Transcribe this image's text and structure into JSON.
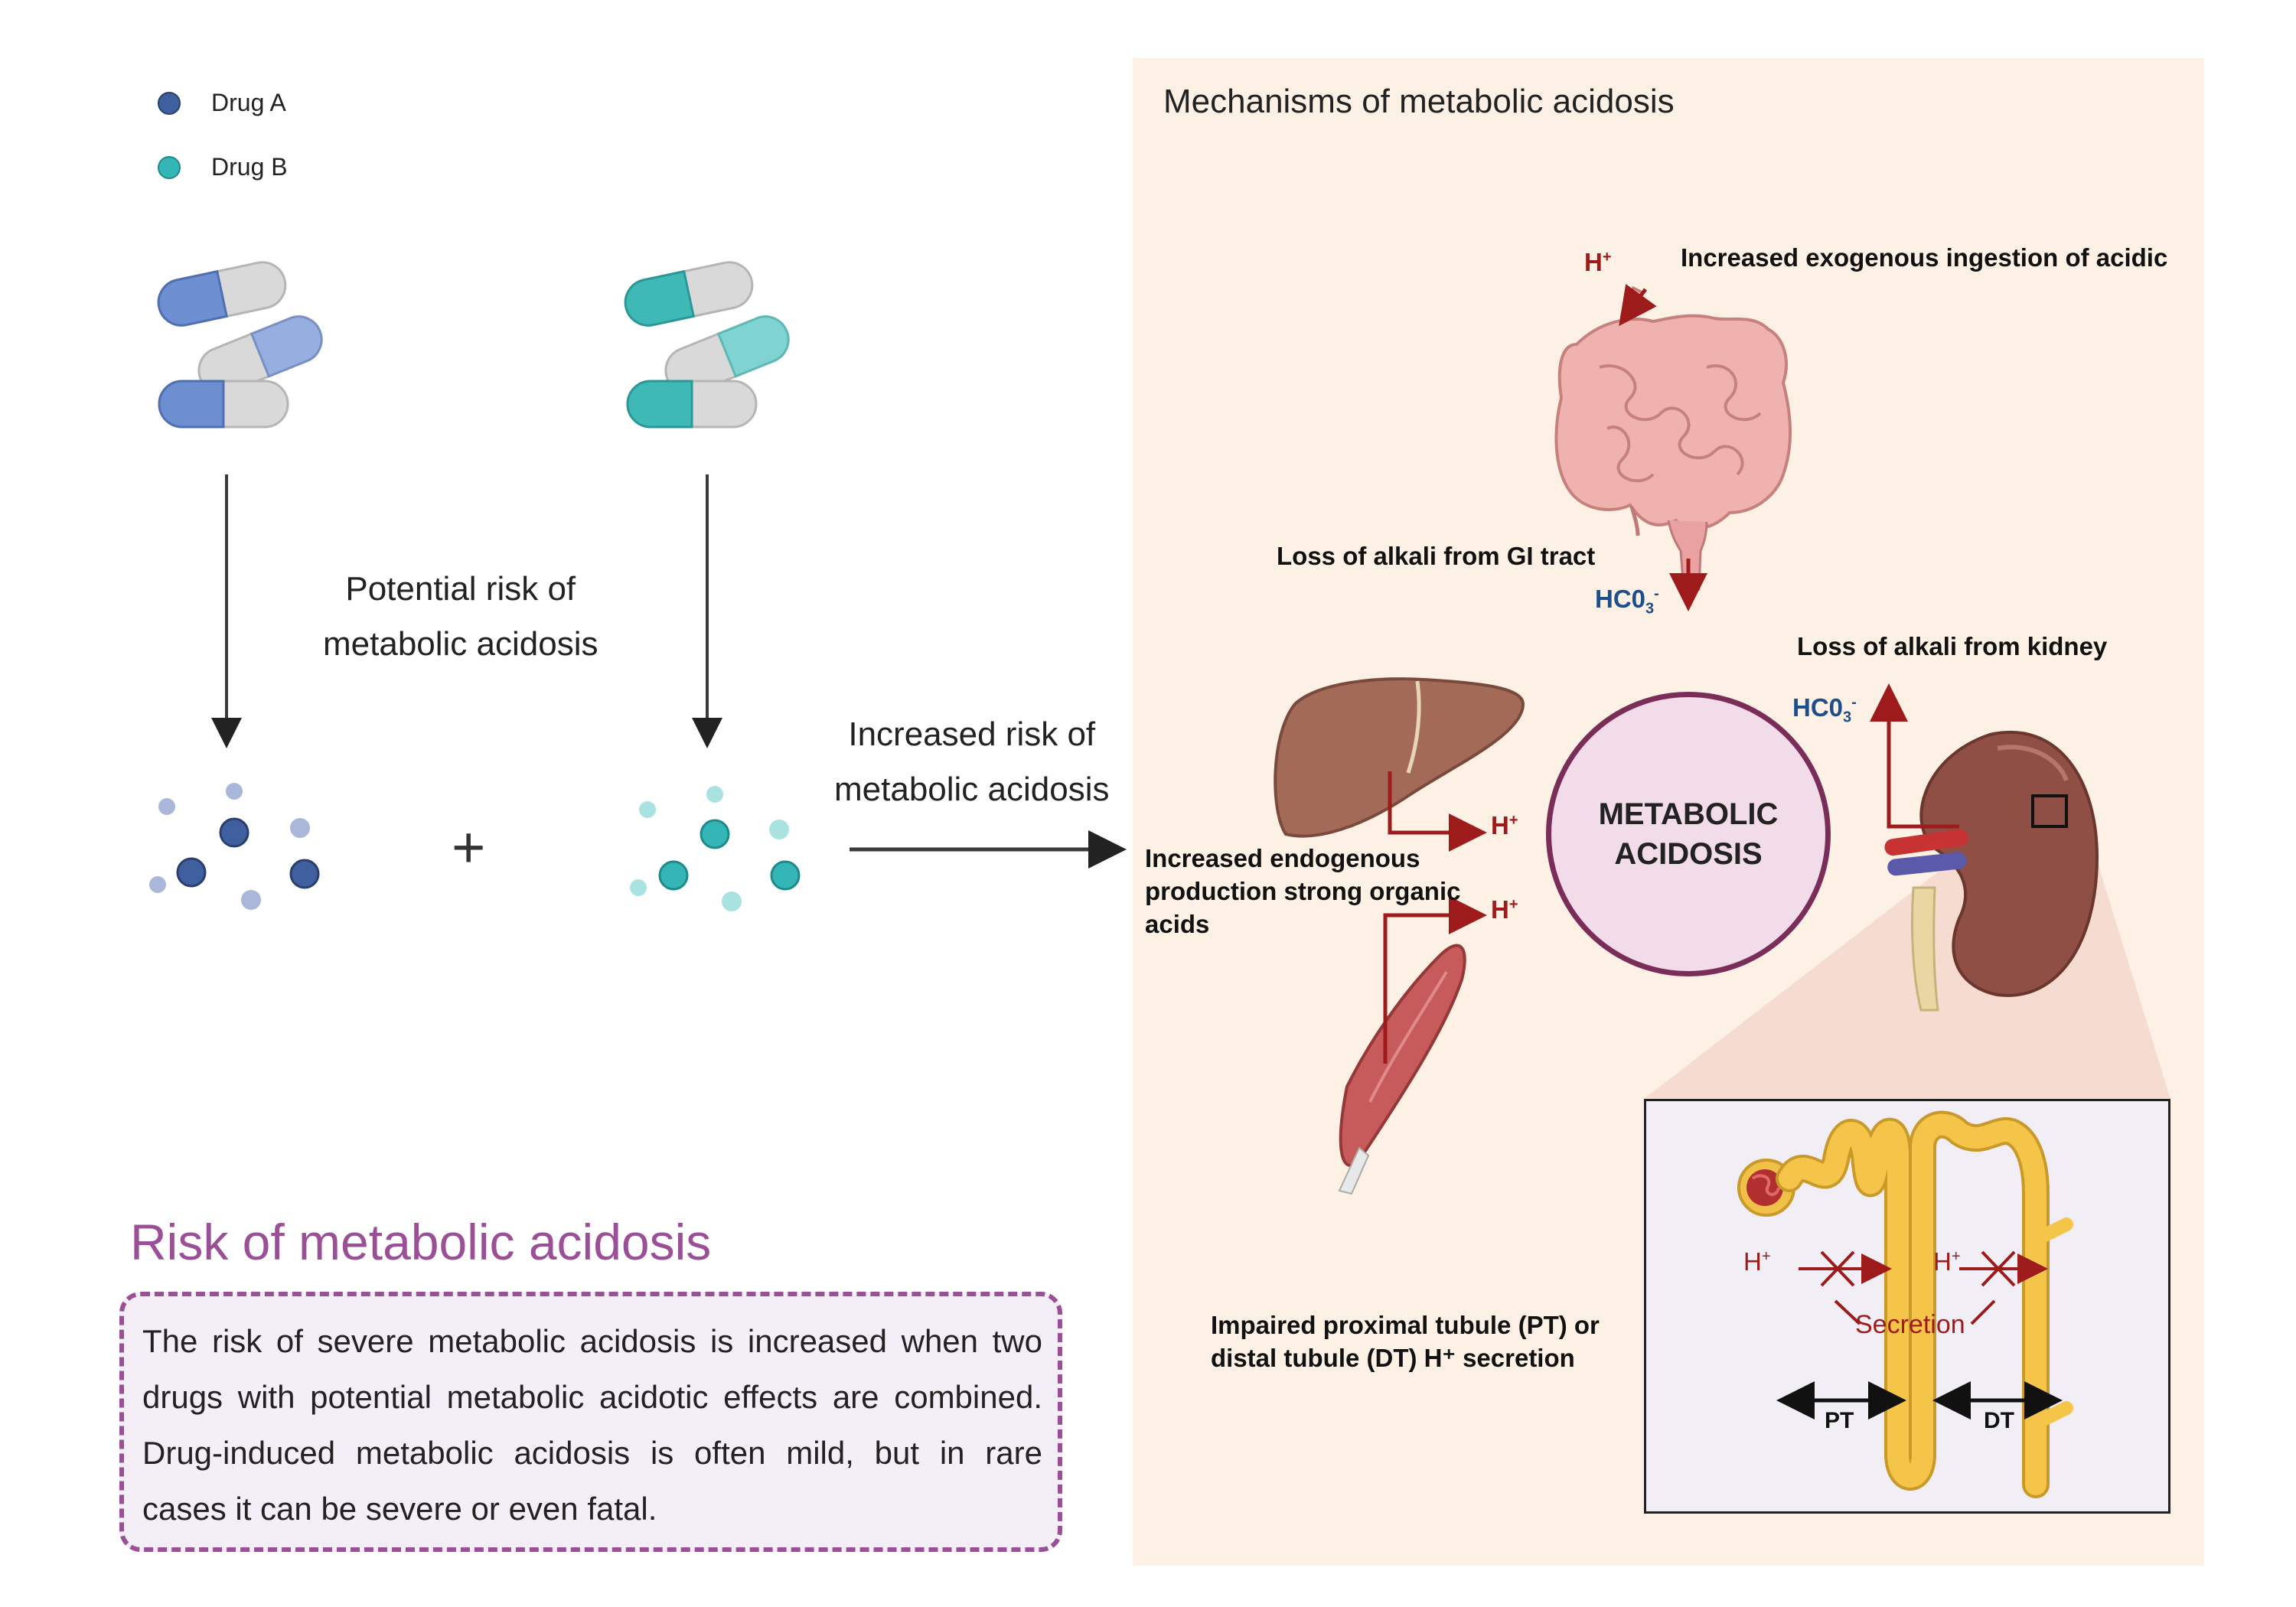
{
  "legend": {
    "items": [
      {
        "label": "Drug A",
        "color": "#3f5f9e"
      },
      {
        "label": "Drug B",
        "color": "#34b6b6"
      }
    ]
  },
  "flow": {
    "potential_risk": "Potential risk of\nmetabolic acidosis",
    "increased_risk": "Increased risk of\nmetabolic acidosis",
    "plus_symbol": "+"
  },
  "mechanisms": {
    "title": "Mechanisms of metabolic acidosis",
    "exogenous": "Increased exogenous ingestion of acidic",
    "gi_loss": "Loss of alkali from GI tract",
    "kidney_loss": "Loss of alkali from kidney",
    "endogenous": "Increased endogenous\nproduction strong organic\nacids",
    "tubule": "Impaired proximal tubule (PT) or\ndistal tubule (DT) H⁺ secretion",
    "h_ion": "H",
    "h_sup": "+",
    "hco3_main": "HC0",
    "hco3_sub": "3",
    "hco3_sup": "-",
    "center": "METABOLIC\nACIDOSIS",
    "secretion": "Secretion",
    "pt": "PT",
    "dt": "DT"
  },
  "risk": {
    "title": "Risk of metabolic acidosis",
    "body": "The risk of severe metabolic acidosis is increased when two drugs with potential metabolic acidotic effects are combined. Drug-induced metabolic acidosis is often mild, but in rare cases it can be severe or even fatal."
  },
  "colors": {
    "panel_bg": "#fdf1e6",
    "accent_purple": "#9b4f96",
    "arrow_red": "#9e1b1b",
    "ion_blue": "#1e4d8c",
    "drug_a": "#3f5f9e",
    "drug_b": "#34b6b6"
  }
}
